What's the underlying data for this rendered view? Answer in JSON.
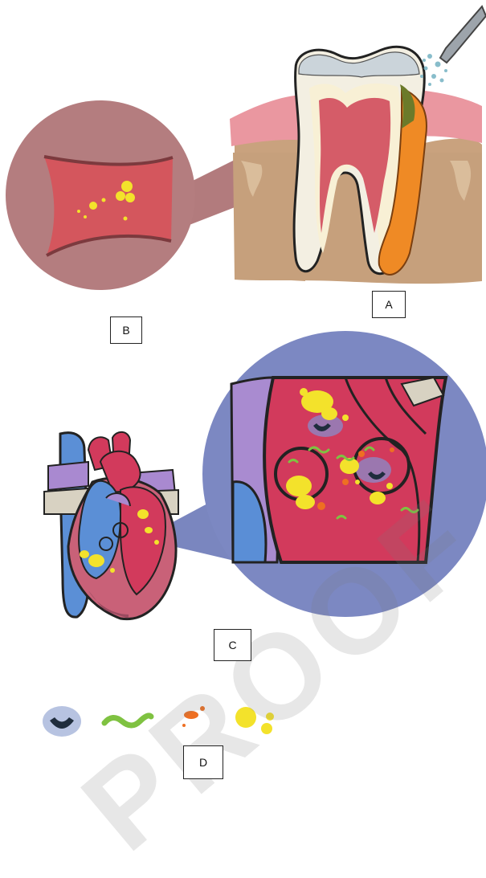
{
  "labels": {
    "a": "A",
    "b": "B",
    "c": "C",
    "d": "D"
  },
  "watermark": "PROOF AL",
  "colors": {
    "gum": "#e8939c",
    "bone": "#c9a27e",
    "enamel": "#f2efe6",
    "pulp": "#d65a67",
    "infection": "#f08a24",
    "vessel_bg": "#b27b7d",
    "vessel": "#d1585d",
    "bacteria_yellow": "#f2e12b",
    "heart_red": "#d23a5c",
    "heart_blue": "#5b8fd6",
    "heart_purple": "#a989d0",
    "zoom_bg": "#7c88c2",
    "bacteria_green": "#7fc241",
    "bacteria_dark": "#1f2d3d",
    "bacteria_orange": "#ee6f22"
  }
}
